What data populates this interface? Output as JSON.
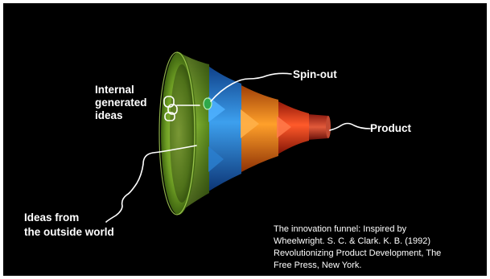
{
  "labels": {
    "internal": [
      "Internal",
      "generated",
      "ideas"
    ],
    "spin_out": "Spin-out",
    "product": "Product",
    "outside": [
      "Ideas from",
      "the outside world"
    ]
  },
  "caption": [
    "The innovation funnel: Inspired by",
    "Wheelwright. S. C. & Clark. K. B. (1992)",
    "Revolutionizing Product Development, The",
    "Free Press, New York."
  ],
  "colors": {
    "background": "#000000",
    "funnel_green": "#7aa32e",
    "funnel_blue": "#2a86d0",
    "funnel_orange": "#f07a18",
    "funnel_red": "#e83a1e",
    "text": "#ffffff"
  }
}
